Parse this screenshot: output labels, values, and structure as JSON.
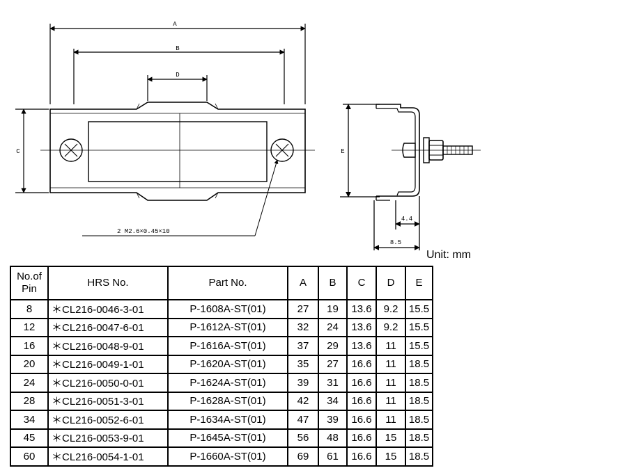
{
  "drawing": {
    "dims": {
      "A": "A",
      "B": "B",
      "D": "D",
      "C": "C",
      "E": "E",
      "screw_callout": "2 M2.6×0.45×10",
      "dim_4_4": "4.4",
      "dim_8_5": "8.5"
    },
    "unit": "Unit: mm"
  },
  "table": {
    "headers": [
      "No.of Pin",
      "HRS No.",
      "Part No.",
      "A",
      "B",
      "C",
      "D",
      "E"
    ],
    "rows": [
      [
        "8",
        "＊CL216-0046-3-01",
        "P-1608A-ST(01)",
        "27",
        "19",
        "13.6",
        "9.2",
        "15.5"
      ],
      [
        "12",
        "＊CL216-0047-6-01",
        "P-1612A-ST(01)",
        "32",
        "24",
        "13.6",
        "9.2",
        "15.5"
      ],
      [
        "16",
        "＊CL216-0048-9-01",
        "P-1616A-ST(01)",
        "37",
        "29",
        "13.6",
        "11",
        "15.5"
      ],
      [
        "20",
        "＊CL216-0049-1-01",
        "P-1620A-ST(01)",
        "35",
        "27",
        "16.6",
        "11",
        "18.5"
      ],
      [
        "24",
        "＊CL216-0050-0-01",
        "P-1624A-ST(01)",
        "39",
        "31",
        "16.6",
        "11",
        "18.5"
      ],
      [
        "28",
        "＊CL216-0051-3-01",
        "P-1628A-ST(01)",
        "42",
        "34",
        "16.6",
        "11",
        "18.5"
      ],
      [
        "34",
        "＊CL216-0052-6-01",
        "P-1634A-ST(01)",
        "47",
        "39",
        "16.6",
        "11",
        "18.5"
      ],
      [
        "45",
        "＊CL216-0053-9-01",
        "P-1645A-ST(01)",
        "56",
        "48",
        "16.6",
        "15",
        "18.5"
      ],
      [
        "60",
        "＊CL216-0054-1-01",
        "P-1660A-ST(01)",
        "69",
        "61",
        "16.6",
        "15",
        "18.5"
      ]
    ]
  }
}
